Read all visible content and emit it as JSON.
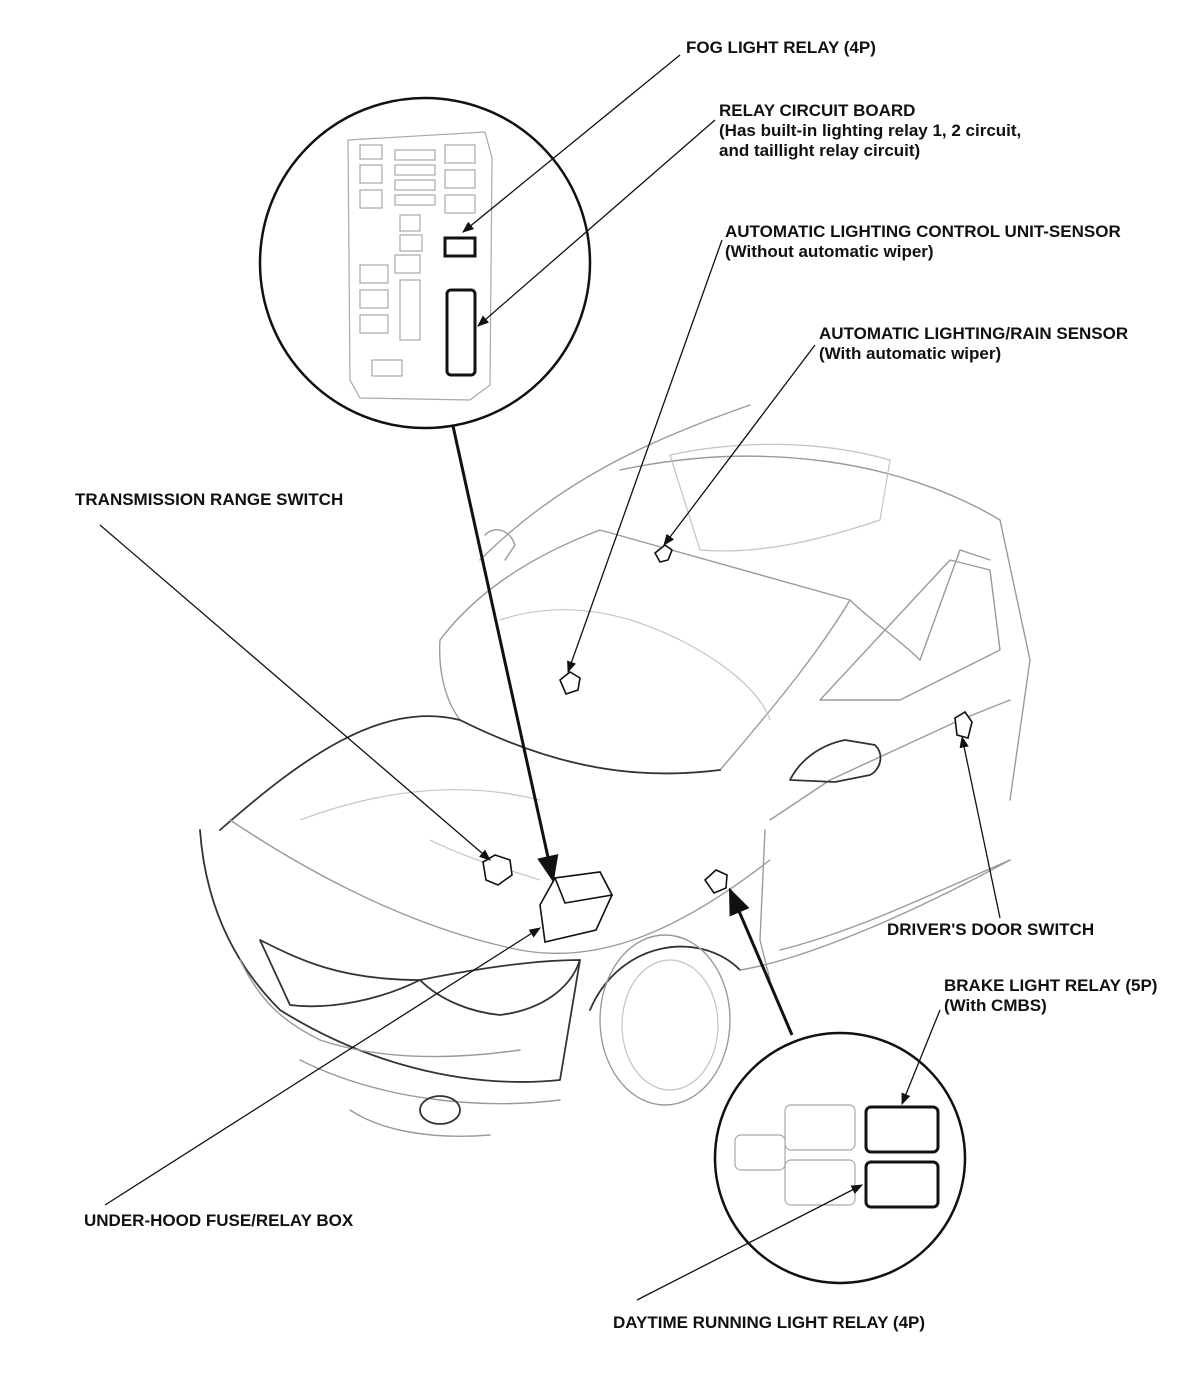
{
  "labels": {
    "fog_light_relay": "FOG LIGHT RELAY (4P)",
    "relay_circuit_board": [
      "RELAY CIRCUIT BOARD",
      "(Has built-in lighting relay 1, 2 circuit,",
      "and taillight relay circuit)"
    ],
    "auto_lighting_control_unit": [
      "AUTOMATIC LIGHTING CONTROL UNIT-SENSOR",
      "(Without automatic wiper)"
    ],
    "auto_lighting_rain_sensor": [
      "AUTOMATIC LIGHTING/RAIN SENSOR",
      "(With automatic wiper)"
    ],
    "transmission_range_switch": "TRANSMISSION RANGE SWITCH",
    "drivers_door_switch": "DRIVER'S DOOR SWITCH",
    "brake_light_relay": [
      "BRAKE LIGHT RELAY (5P)",
      "(With CMBS)"
    ],
    "under_hood_fuse_relay_box": "UNDER-HOOD FUSE/RELAY BOX",
    "daytime_running_light_relay": "DAYTIME RUNNING LIGHT RELAY (4P)"
  },
  "colors": {
    "line": "#111111",
    "car_outline": "#9a9a9a",
    "background": "#ffffff"
  }
}
